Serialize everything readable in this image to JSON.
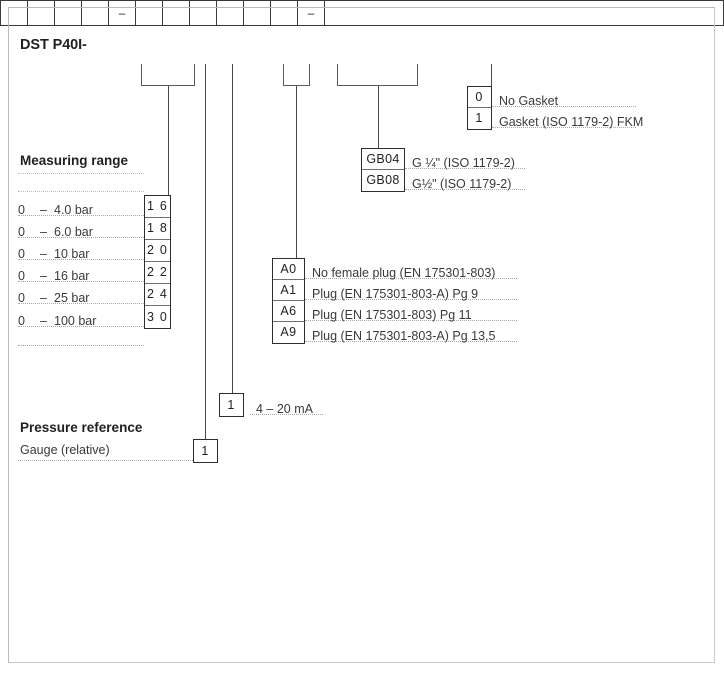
{
  "model": {
    "label": "DST P40I-"
  },
  "code_strip": {
    "cells": [
      "",
      "",
      "",
      "",
      "–",
      "",
      "",
      "",
      "",
      "",
      "",
      "–",
      ""
    ]
  },
  "gasket": {
    "rows": [
      {
        "code": "0",
        "desc": "No Gasket"
      },
      {
        "code": "1",
        "desc": "Gasket (ISO 1179-2) FKM"
      }
    ]
  },
  "process_connection": {
    "rows": [
      {
        "code": "GB04",
        "desc": "G ¼\" (ISO 1179-2)"
      },
      {
        "code": "GB08",
        "desc": "G½\" (ISO 1179-2)"
      }
    ]
  },
  "electrical_connection": {
    "rows": [
      {
        "code": "A0",
        "desc": "No female plug (EN 175301-803)"
      },
      {
        "code": "A1",
        "desc": "Plug (EN 175301-803-A) Pg 9"
      },
      {
        "code": "A6",
        "desc": "Plug (EN 175301-803) Pg 11"
      },
      {
        "code": "A9",
        "desc": "Plug (EN 175301-803-A) Pg 13,5"
      }
    ]
  },
  "output_signal": {
    "rows": [
      {
        "code": "1",
        "desc": "4 – 20 mA"
      }
    ]
  },
  "pressure_reference": {
    "title": "Pressure reference",
    "rows": [
      {
        "code": "1",
        "desc": "Gauge (relative)"
      }
    ]
  },
  "measuring_range": {
    "title": "Measuring range",
    "rows": [
      {
        "from": "0",
        "dash": "–",
        "to": "4.0 bar",
        "code": "1 6"
      },
      {
        "from": "0",
        "dash": "–",
        "to": "6.0 bar",
        "code": "1 8"
      },
      {
        "from": "0",
        "dash": "–",
        "to": "10 bar",
        "code": "2 0"
      },
      {
        "from": "0",
        "dash": "–",
        "to": "16 bar",
        "code": "2 2"
      },
      {
        "from": "0",
        "dash": "–",
        "to": "25 bar",
        "code": "2 4"
      },
      {
        "from": "0",
        "dash": "–",
        "to": "100 bar",
        "code": "3 0"
      }
    ]
  },
  "colors": {
    "line": "#4a4a4a",
    "box_border": "#2d2d2d",
    "text": "#231f20",
    "desc_text": "#3a3a3a",
    "dotted_rule": "#a9a9a9"
  }
}
